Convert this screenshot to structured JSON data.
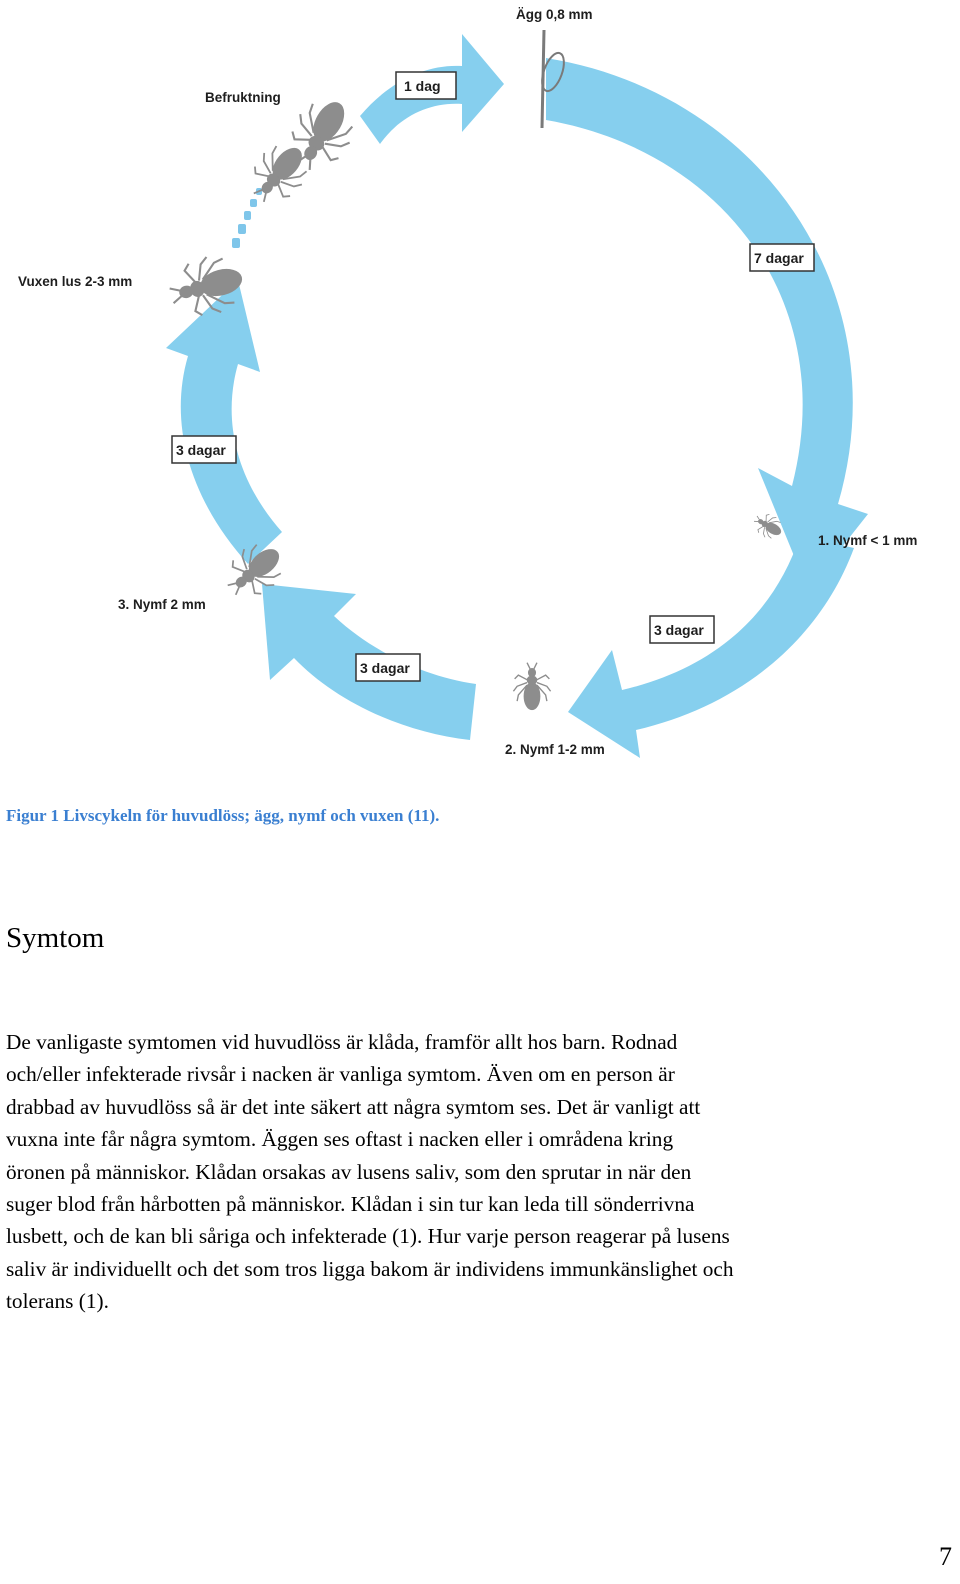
{
  "figure": {
    "labels": {
      "egg": "Ägg 0,8 mm",
      "fertilization": "Befruktning",
      "adult": "Vuxen lus 2-3 mm",
      "nymph1": "1. Nymf  < 1 mm",
      "nymph2": "2. Nymf  1-2 mm",
      "nymph3": "3. Nymf  2 mm"
    },
    "durations": {
      "top": "1 dag",
      "right": "7 dagar",
      "lower_right": "3 dagar",
      "bottom": "3 dagar",
      "left": "3 dagar"
    },
    "arrow_color": "#86cfee",
    "louse_color": "#8d8d8d"
  },
  "caption": "Figur 1 Livscykeln för huvudlöss; ägg, nymf och vuxen (11).",
  "heading": "Symtom",
  "body_lines": [
    "De vanligaste symtomen vid huvudlöss är klåda, framför allt hos barn. Rodnad",
    "och/eller infekterade rivsår i nacken är vanliga symtom. Även om en person är",
    "drabbad av huvudlöss så är det inte säkert att några symtom ses. Det är vanligt att",
    "vuxna inte får några symtom. Äggen ses oftast i nacken eller i områdena kring",
    "öronen på människor. Klådan orsakas av lusens saliv, som den sprutar in när den",
    "suger blod från hårbotten på människor. Klådan i sin tur kan leda till sönderrivna",
    "lusbett, och de kan bli såriga och infekterade (1). Hur varje person reagerar på lusens",
    "saliv är individuellt och det som tros ligga bakom är individens immunkänslighet och",
    "tolerans (1)."
  ],
  "page_number": "7"
}
